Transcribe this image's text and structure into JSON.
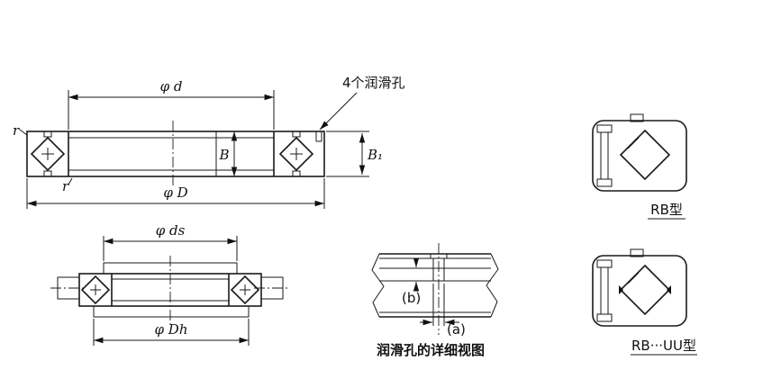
{
  "colors": {
    "line": "#1a1a1a",
    "section_fill": "#c6c6c6",
    "background": "#ffffff"
  },
  "main_view": {
    "lube_holes_note": "4个润滑孔",
    "dim_phi_d": "φ d",
    "dim_B": "B",
    "dim_B1": "B₁",
    "dim_phi_D": "φ D",
    "r_top_left": "r",
    "r_bottom_left": "r"
  },
  "mounting_view": {
    "dim_phi_ds": "φ ds",
    "dim_phi_Dh": "φ Dh"
  },
  "detail_view": {
    "dim_b": "(b)",
    "dim_a": "(a)",
    "caption": "润滑孔的详细视图"
  },
  "section_views": {
    "rb_label": "RB型",
    "rbuu_label": "RB···UU型"
  }
}
